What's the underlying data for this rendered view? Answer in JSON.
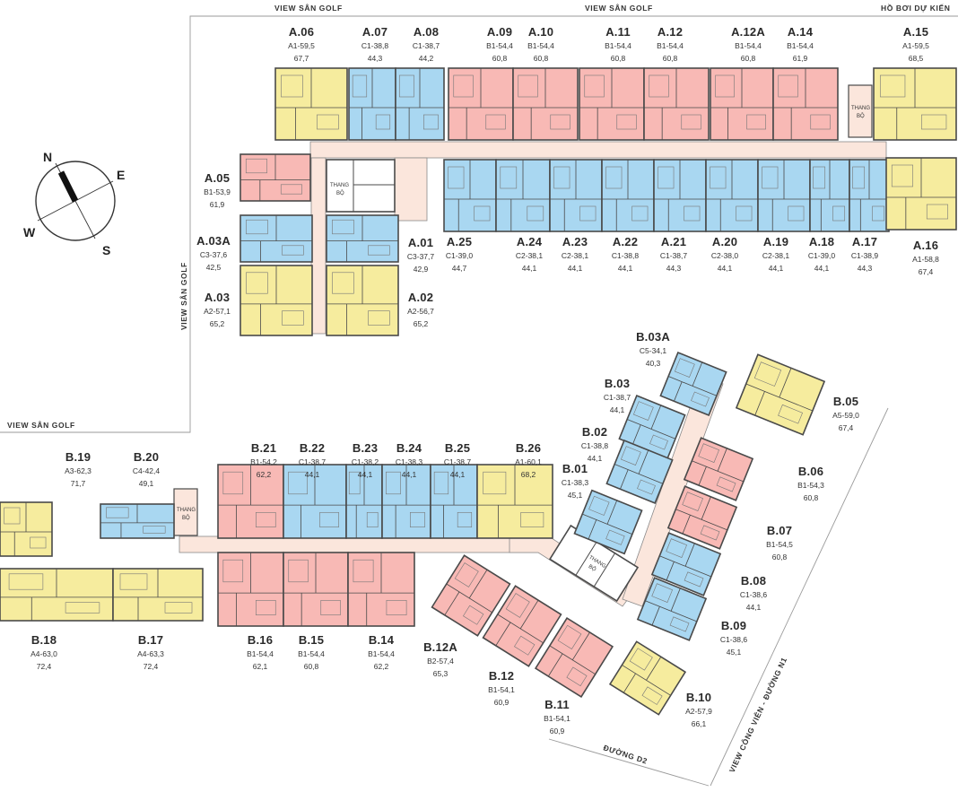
{
  "colors": {
    "A1": "#f6ec9e",
    "A2": "#f6ec9e",
    "A3": "#f6ec9e",
    "A4": "#f6ec9e",
    "A5": "#f6ec9e",
    "B1": "#f8b9b5",
    "B2": "#f8b9b5",
    "C1": "#a9d7f1",
    "C2": "#a9d7f1",
    "C3": "#a9d7f1",
    "C4": "#a9d7f1",
    "C5": "#a9d7f1",
    "corridor": "#fbe6dc",
    "stair": "#fbe6dc",
    "outline": "#4a4a4a"
  },
  "views": [
    {
      "id": "view-top-left",
      "text": "VIEW SÂN GOLF"
    },
    {
      "id": "view-top-mid",
      "text": "VIEW SÂN GOLF"
    },
    {
      "id": "view-pool",
      "text": "HỒ BƠI DỰ KIẾN"
    },
    {
      "id": "view-left-vertical",
      "text": "VIEW SÂN GOLF"
    },
    {
      "id": "view-left-bottom",
      "text": "VIEW SÂN GOLF"
    },
    {
      "id": "view-park",
      "text": "VIEW CÔNG VIÊN - ĐƯỜNG N1"
    },
    {
      "id": "view-road-d2",
      "text": "ĐƯỜNG D2"
    }
  ],
  "compass": {
    "n": "N",
    "e": "E",
    "s": "S",
    "w": "W"
  },
  "stairs": [
    {
      "id": "stair-a-right",
      "text": [
        "THANG",
        "BỘ"
      ]
    },
    {
      "id": "stair-a-center",
      "text": [
        "THANG",
        "BỘ"
      ]
    },
    {
      "id": "stair-b-left",
      "text": [
        "THANG",
        "BỘ"
      ]
    },
    {
      "id": "stair-b-center",
      "text": [
        "THANG",
        "BỘ"
      ]
    }
  ],
  "units": [
    {
      "name": "A.06",
      "type": "A1-59,5",
      "area": "67,7"
    },
    {
      "name": "A.07",
      "type": "C1-38,8",
      "area": "44,3"
    },
    {
      "name": "A.08",
      "type": "C1-38,7",
      "area": "44,2"
    },
    {
      "name": "A.09",
      "type": "B1-54,4",
      "area": "60,8"
    },
    {
      "name": "A.10",
      "type": "B1-54,4",
      "area": "60,8"
    },
    {
      "name": "A.11",
      "type": "B1-54,4",
      "area": "60,8"
    },
    {
      "name": "A.12",
      "type": "B1-54,4",
      "area": "60,8"
    },
    {
      "name": "A.12A",
      "type": "B1-54,4",
      "area": "60,8"
    },
    {
      "name": "A.14",
      "type": "B1-54,4",
      "area": "61,9"
    },
    {
      "name": "A.15",
      "type": "A1-59,5",
      "area": "68,5"
    },
    {
      "name": "A.05",
      "type": "B1-53,9",
      "area": "61,9"
    },
    {
      "name": "A.03A",
      "type": "C3-37,6",
      "area": "42,5"
    },
    {
      "name": "A.03",
      "type": "A2-57,1",
      "area": "65,2"
    },
    {
      "name": "A.01",
      "type": "C3-37,7",
      "area": "42,9"
    },
    {
      "name": "A.02",
      "type": "A2-56,7",
      "area": "65,2"
    },
    {
      "name": "A.25",
      "type": "C1-39,0",
      "area": "44,7"
    },
    {
      "name": "A.24",
      "type": "C2-38,1",
      "area": "44,1"
    },
    {
      "name": "A.23",
      "type": "C2-38,1",
      "area": "44,1"
    },
    {
      "name": "A.22",
      "type": "C1-38,8",
      "area": "44,1"
    },
    {
      "name": "A.21",
      "type": "C1-38,7",
      "area": "44,3"
    },
    {
      "name": "A.20",
      "type": "C2-38,0",
      "area": "44,1"
    },
    {
      "name": "A.19",
      "type": "C2-38,1",
      "area": "44,1"
    },
    {
      "name": "A.18",
      "type": "C1-39,0",
      "area": "44,1"
    },
    {
      "name": "A.17",
      "type": "C1-38,9",
      "area": "44,3"
    },
    {
      "name": "A.16",
      "type": "A1-58,8",
      "area": "67,4"
    },
    {
      "name": "B.19",
      "type": "A3-62,3",
      "area": "71,7"
    },
    {
      "name": "B.20",
      "type": "C4-42,4",
      "area": "49,1"
    },
    {
      "name": "B.21",
      "type": "B1-54,2",
      "area": "62,2"
    },
    {
      "name": "B.22",
      "type": "C1-38,7",
      "area": "44,1"
    },
    {
      "name": "B.23",
      "type": "C1-38,2",
      "area": "44,1"
    },
    {
      "name": "B.24",
      "type": "C1-38,3",
      "area": "44,1"
    },
    {
      "name": "B.25",
      "type": "C1-38,7",
      "area": "44,1"
    },
    {
      "name": "B.26",
      "type": "A1-60,1",
      "area": "68,2"
    },
    {
      "name": "B.18",
      "type": "A4-63,0",
      "area": "72,4"
    },
    {
      "name": "B.17",
      "type": "A4-63,3",
      "area": "72,4"
    },
    {
      "name": "B.16",
      "type": "B1-54,4",
      "area": "62,1"
    },
    {
      "name": "B.15",
      "type": "B1-54,4",
      "area": "60,8"
    },
    {
      "name": "B.14",
      "type": "B1-54,4",
      "area": "62,2"
    },
    {
      "name": "B.12A",
      "type": "B2-57,4",
      "area": "65,3"
    },
    {
      "name": "B.12",
      "type": "B1-54,1",
      "area": "60,9"
    },
    {
      "name": "B.11",
      "type": "B1-54,1",
      "area": "60,9"
    },
    {
      "name": "B.10",
      "type": "A2-57,9",
      "area": "66,1"
    },
    {
      "name": "B.09",
      "type": "C1-38,6",
      "area": "45,1"
    },
    {
      "name": "B.08",
      "type": "C1-38,6",
      "area": "44,1"
    },
    {
      "name": "B.07",
      "type": "B1-54,5",
      "area": "60,8"
    },
    {
      "name": "B.06",
      "type": "B1-54,3",
      "area": "60,8"
    },
    {
      "name": "B.05",
      "type": "A5-59,0",
      "area": "67,4"
    },
    {
      "name": "B.03A",
      "type": "C5-34,1",
      "area": "40,3"
    },
    {
      "name": "B.03",
      "type": "C1-38,7",
      "area": "44,1"
    },
    {
      "name": "B.02",
      "type": "C1-38,8",
      "area": "44,1"
    },
    {
      "name": "B.01",
      "type": "C1-38,3",
      "area": "45,1"
    }
  ]
}
